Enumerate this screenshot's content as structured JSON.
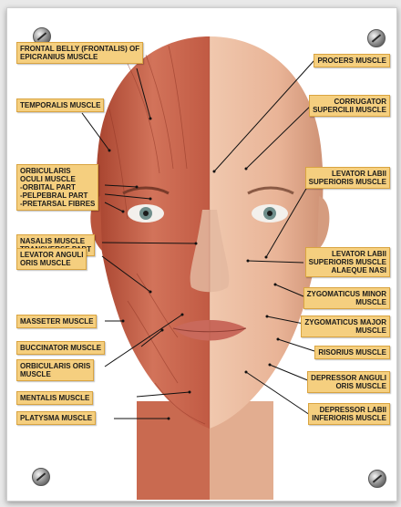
{
  "labels_left": [
    {
      "id": "frontal",
      "lines": [
        "Frontal belly (frontalis) of",
        "epicranius muscle"
      ]
    },
    {
      "id": "temporalis",
      "lines": [
        "Temporalis muscle"
      ]
    },
    {
      "id": "orbicularis-oculi",
      "lines": [
        "Orbicularis",
        "oculi muscle",
        "-Orbital part",
        "-Pelpebral part",
        "-Pretarsal fibres"
      ]
    },
    {
      "id": "nasalis",
      "lines": [
        "Nasalis muscle",
        "transverse part"
      ]
    },
    {
      "id": "levator-anguli",
      "lines": [
        "Levator anguli",
        "oris muscle"
      ]
    },
    {
      "id": "masseter",
      "lines": [
        "Masseter muscle"
      ]
    },
    {
      "id": "buccinator",
      "lines": [
        "Buccinator muscle"
      ]
    },
    {
      "id": "orbicularis-oris",
      "lines": [
        "Orbicularis oris",
        "muscle"
      ]
    },
    {
      "id": "mentalis",
      "lines": [
        "Mentalis muscle"
      ]
    },
    {
      "id": "platysma",
      "lines": [
        "Platysma muscle"
      ]
    }
  ],
  "labels_right": [
    {
      "id": "procers",
      "lines": [
        "Procers muscle"
      ]
    },
    {
      "id": "corrugator",
      "lines": [
        "Corrugator",
        "supercilii muscle"
      ]
    },
    {
      "id": "levator-labii-sup",
      "lines": [
        "Levator labii",
        "superioris muscle"
      ]
    },
    {
      "id": "levator-labii-alaeque",
      "lines": [
        "Levator labii",
        "superioris muscle",
        "alaeque nasi"
      ]
    },
    {
      "id": "zygomaticus-minor",
      "lines": [
        "Zygomaticus minor",
        "muscle"
      ]
    },
    {
      "id": "zygomaticus-major",
      "lines": [
        "Zygomaticus major",
        "muscle"
      ]
    },
    {
      "id": "risorius",
      "lines": [
        "Risorius muscle"
      ]
    },
    {
      "id": "depressor-anguli",
      "lines": [
        "Depressor anguli",
        "oris muscle"
      ]
    },
    {
      "id": "depressor-labii",
      "lines": [
        "Depressor labii",
        "inferioris muscle"
      ]
    }
  ],
  "colors": {
    "label_bg": "#f5cf7f",
    "label_border": "#d9a441",
    "muscle": "#c9614a",
    "skin": "#e6b79c",
    "line": "#111111"
  }
}
